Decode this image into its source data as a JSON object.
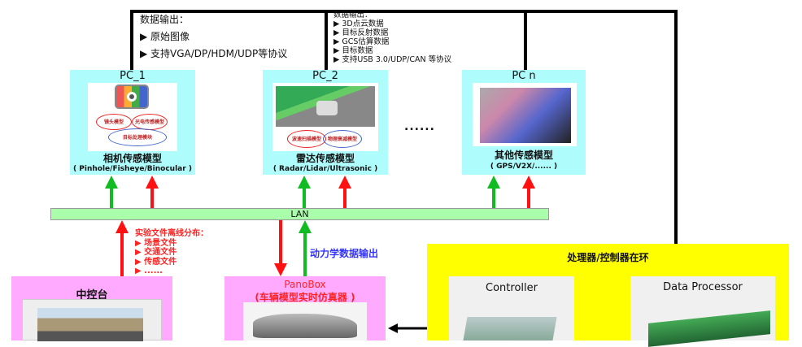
{
  "top_output_pc1": {
    "title": "数据输出：",
    "items": [
      "原始图像",
      "支持VGA/DP/HDM/UDP等协议"
    ]
  },
  "top_output_pc2": {
    "title": "数据输出：",
    "items": [
      "3D点云数据",
      "目标反射数据",
      "GCS估算数据",
      "目标数据",
      "支持USB 3.0/UDP/CAN 等协议"
    ]
  },
  "pcs": [
    {
      "label": "PC_1",
      "name": "相机传感模型",
      "sub": "( Pinhole/Fisheye/Binocular )",
      "ovals": [
        "镜头模型",
        "光电传感模型",
        "目标处理模块"
      ]
    },
    {
      "label": "PC_2",
      "name": "雷达传感模型",
      "sub": "( Radar/Lidar/Ultrasonic )",
      "ovals": [
        "波速扫描模型",
        "物理衰减模型"
      ]
    },
    {
      "label": "PC n",
      "name": "其他传感模型",
      "sub": "( GPS/V2X/...... )"
    }
  ],
  "ellipsis": "......",
  "lan": "LAN",
  "offline": {
    "title": "实验文件离线分布：",
    "items": [
      "场景文件",
      "交通文件",
      "传感文件",
      "......"
    ]
  },
  "dynamics_output": "动力学数据输出",
  "console": {
    "title": "中控台"
  },
  "panobox": {
    "title": "PanoBox",
    "subtitle": "(车辆模型实时仿真器 )"
  },
  "hil": {
    "title": "处理器/控制器在环",
    "controller": "Controller",
    "processor": "Data Processor"
  },
  "colors": {
    "pc_box": "#aefcfc",
    "lan": "#aaffaa",
    "pink": "#ffaaff",
    "yellow": "#ffff00",
    "red_arrow": "#ff1111",
    "green_arrow": "#11bb22",
    "blue_text": "#3333ff"
  }
}
